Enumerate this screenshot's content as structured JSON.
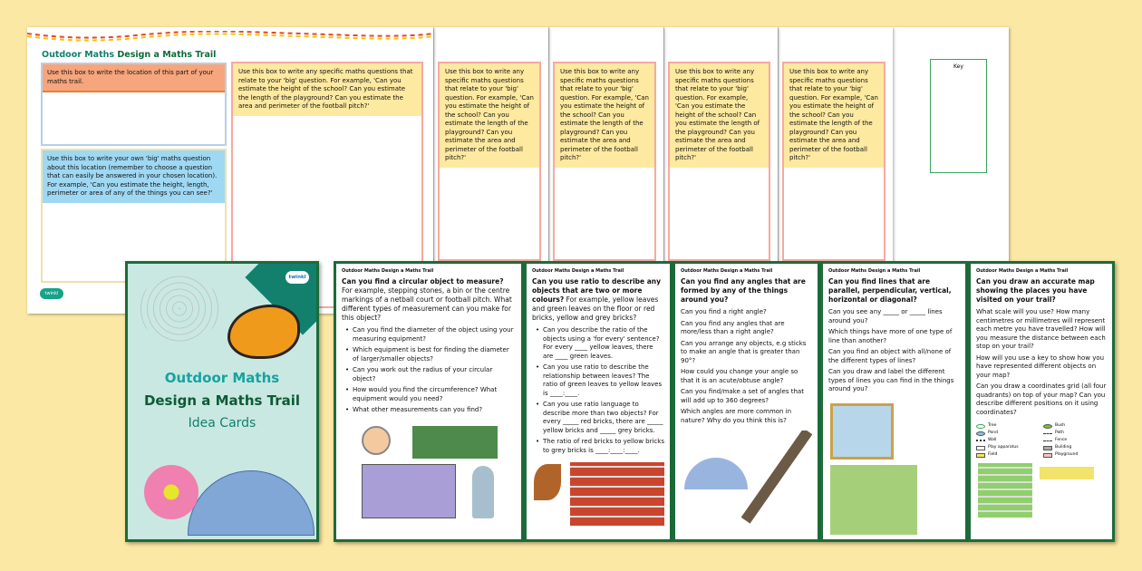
{
  "worksheet": {
    "title_prefix": "Outdoor Maths",
    "title_main": "Design a Maths Trail",
    "location_box": "Use this box to write the location of this part of your maths trail.",
    "big_question_box": "Use this box to write your own 'big' maths question about this location (remember to choose a question that can easily be answered in your chosen location). For example, 'Can you estimate the height, length, perimeter or area of any of the things you can see?'",
    "specific_questions_box": "Use this box to write any specific maths questions that relate to your 'big' question. For example, 'Can you estimate the height of the school? Can you estimate the length of the playground? Can you estimate the area and perimeter of the football pitch?'",
    "key_label": "Key",
    "logo": "twinkl"
  },
  "cover": {
    "line1": "Outdoor Maths",
    "line2": "Design a Maths Trail",
    "line3": "Idea Cards",
    "logo": "twinkl"
  },
  "cards": [
    {
      "header": "Outdoor Maths Design a Maths Trail",
      "lead_bold": "Can you find a circular object to measure?",
      "lead_rest": " For example, stepping stones, a bin or the centre markings of a netball court or football pitch. What different types of measurement can you make for this object?",
      "bullets": [
        "Can you find the diameter of the object using your measuring equipment?",
        "Which equipment is best for finding the diameter of larger/smaller objects?",
        "Can you work out the radius of your circular object?",
        "How would you find the circumference? What equipment would you need?",
        "What other measurements can you find?"
      ]
    },
    {
      "header": "Outdoor Maths Design a Maths Trail",
      "lead_bold": "Can you use ratio to describe any objects that are two or more colours?",
      "lead_rest": " For example, yellow leaves and green leaves on the floor or red bricks, yellow and grey bricks?",
      "bullets": [
        "Can you describe the ratio of the objects using a 'for every' sentence? For every ____ yellow leaves, there are ____ green leaves.",
        "Can you use ratio to describe the relationship between leaves? The ratio of green leaves to yellow leaves is ____:____.",
        "Can you use ratio language to describe more than two objects? For every _____ red bricks, there are _____ yellow bricks and _____ grey bricks.",
        "The ratio of red bricks to yellow bricks to grey bricks is ____:____:____."
      ]
    },
    {
      "header": "Outdoor Maths Design a Maths Trail",
      "lead_bold": "Can you find any angles that are formed by any of the things around you?",
      "lead_rest": "",
      "bullets": [
        "Can you find a right angle?",
        "Can you find any angles that are more/less than a right angle?",
        "Can you arrange any objects, e.g sticks to make an angle that is greater than 90°?",
        "How could you change your angle so that it is an acute/obtuse angle?",
        "Can you find/make a set of angles that will add up to 360 degrees?",
        "Which angles are more common in nature? Why do you think this is?"
      ]
    },
    {
      "header": "Outdoor Maths Design a Maths Trail",
      "lead_bold": "Can you find lines that are parallel, perpendicular, vertical, horizontal or diagonal?",
      "lead_rest": "",
      "bullets": [
        "Can you see any _____ or _____ lines around you?",
        "Which things have more of one type of line than another?",
        "Can you find an object with all/none of the different types of lines?",
        "Can you draw and label the different types of lines you can find in the things around you?"
      ]
    },
    {
      "header": "Outdoor Maths Design a Maths Trail",
      "lead_bold": "Can you draw an accurate map showing the places you have visited on your trail?",
      "lead_rest": "",
      "bullets": [
        "What scale will you use? How many centimetres or millimetres will represent each metre you have travelled? How will you measure the distance between each stop on your trail?",
        "How will you use a key to show how you have represented different objects on your map?",
        "Can you draw a coordinates grid (all four quadrants) on top of your map? Can you describe different positions on it using coordinates?"
      ],
      "map_key": [
        "Tree",
        "Bush",
        "Pond",
        "Path",
        "Wall",
        "Fence",
        "Play apparatus",
        "Building",
        "Field",
        "Playground"
      ]
    }
  ],
  "colors": {
    "background": "#fbe8a4",
    "card_border": "#1d6b3a",
    "teal": "#13806e",
    "cover_bg": "#c9e8e2"
  }
}
